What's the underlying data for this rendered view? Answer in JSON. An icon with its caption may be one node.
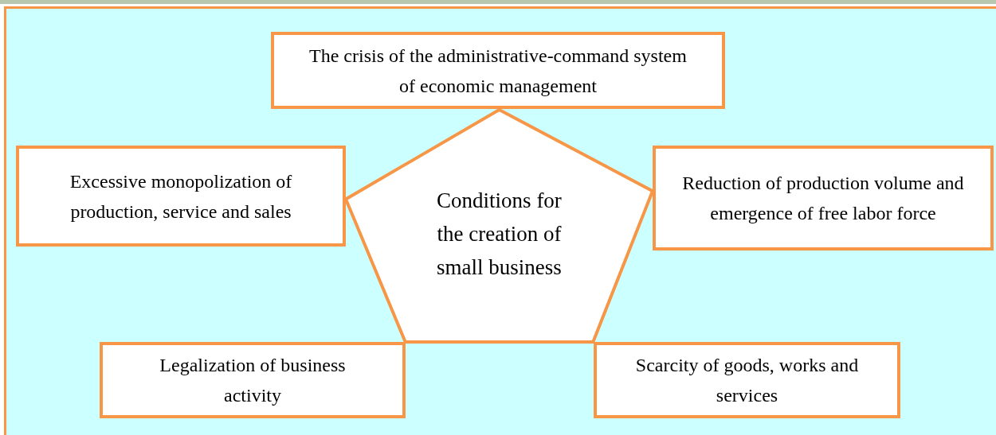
{
  "diagram": {
    "nodes": [
      {
        "text": [
          "Conditions for the creation of small business"
        ]
      },
      {
        "text": [
          "The crisis of the administrative-command system of economic management"
        ]
      },
      {
        "text": [
          "Excessive monopolization of production, service and sales"
        ]
      },
      {
        "text": [
          "Reduction of production volume and emergence of free labor force"
        ]
      },
      {
        "text": [
          "Legalization of business activity"
        ]
      },
      {
        "text": [
          "Scarcity of goods, works and services"
        ]
      }
    ]
  }
}
